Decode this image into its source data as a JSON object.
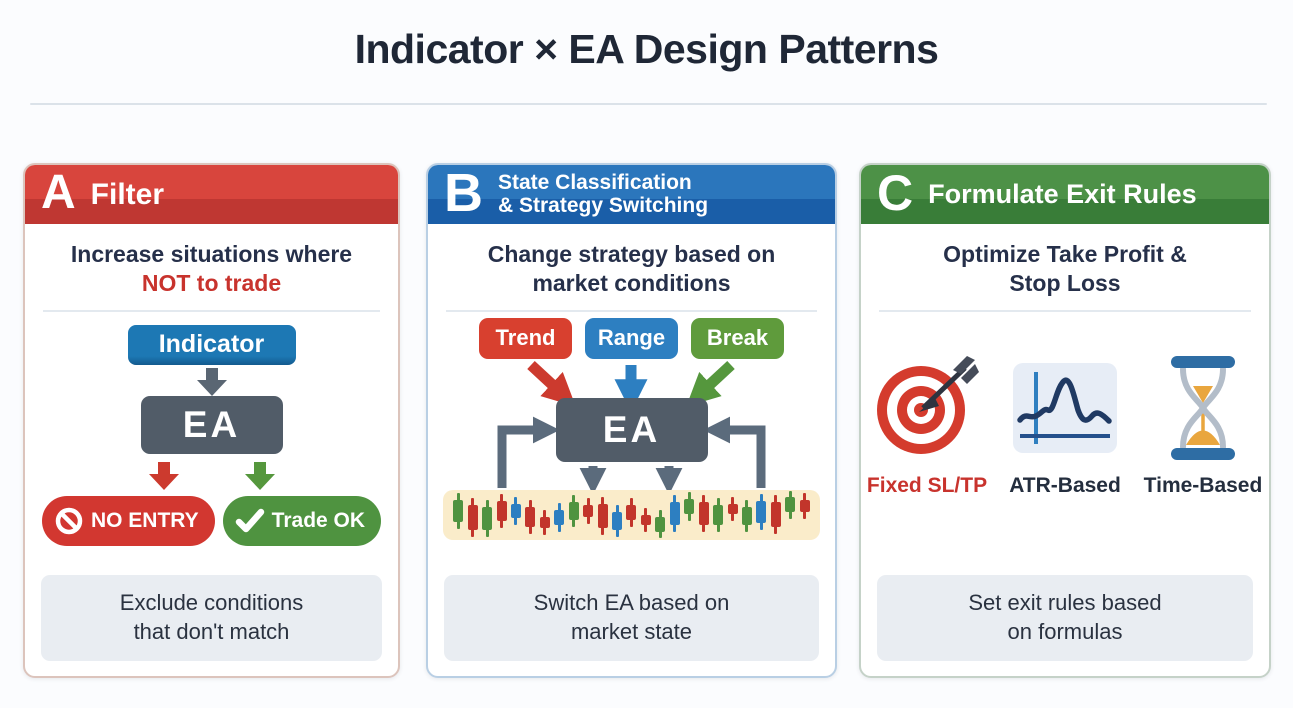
{
  "title": "Indicator × EA Design Patterns",
  "colors": {
    "background": "#fbfcfe",
    "title_text": "#1f2736",
    "header_red": "#d8453d",
    "header_blue": "#2b76bc",
    "header_green": "#4d9147",
    "accent_red": "#cc3a2e",
    "accent_green": "#55973d",
    "accent_blue": "#2d7fc1",
    "ea_gray": "#515c68",
    "strip_bg": "#faecca",
    "candle": {
      "r": "#c2352b",
      "g": "#4f9340",
      "b": "#2d7fc1"
    }
  },
  "cards": {
    "a": {
      "letter": "A",
      "header_title": "Filter",
      "lead_line1": "Increase situations where",
      "lead_line2": "NOT to trade",
      "diagram": {
        "indicator_label": "Indicator",
        "ea_label": "EA",
        "no_entry_label": "NO ENTRY",
        "trade_ok_label": "Trade OK"
      },
      "footer_line1": "Exclude conditions",
      "footer_line2": "that don't match"
    },
    "b": {
      "letter": "B",
      "header_title_line1": "State Classification",
      "header_title_line2": "& Strategy Switching",
      "lead_line1": "Change strategy based on",
      "lead_line2": "market conditions",
      "diagram": {
        "states": [
          "Trend",
          "Range",
          "Break"
        ],
        "ea_label": "EA",
        "candles": [
          {
            "c": "g",
            "bt": 20,
            "bh": 45
          },
          {
            "c": "r",
            "bt": 30,
            "bh": 50
          },
          {
            "c": "g",
            "bt": 35,
            "bh": 45
          },
          {
            "c": "r",
            "bt": 22,
            "bh": 40
          },
          {
            "c": "b",
            "bt": 28,
            "bh": 28
          },
          {
            "c": "r",
            "bt": 35,
            "bh": 40
          },
          {
            "c": "r",
            "bt": 55,
            "bh": 22
          },
          {
            "c": "b",
            "bt": 40,
            "bh": 30
          },
          {
            "c": "g",
            "bt": 25,
            "bh": 35
          },
          {
            "c": "r",
            "bt": 30,
            "bh": 25
          },
          {
            "c": "r",
            "bt": 28,
            "bh": 48
          },
          {
            "c": "b",
            "bt": 45,
            "bh": 35
          },
          {
            "c": "r",
            "bt": 30,
            "bh": 30
          },
          {
            "c": "r",
            "bt": 50,
            "bh": 20
          },
          {
            "c": "g",
            "bt": 55,
            "bh": 30
          },
          {
            "c": "b",
            "bt": 25,
            "bh": 45
          },
          {
            "c": "g",
            "bt": 18,
            "bh": 30
          },
          {
            "c": "r",
            "bt": 25,
            "bh": 45
          },
          {
            "c": "g",
            "bt": 30,
            "bh": 40
          },
          {
            "c": "r",
            "bt": 28,
            "bh": 20
          },
          {
            "c": "g",
            "bt": 35,
            "bh": 35
          },
          {
            "c": "b",
            "bt": 22,
            "bh": 45
          },
          {
            "c": "r",
            "bt": 25,
            "bh": 50
          },
          {
            "c": "g",
            "bt": 15,
            "bh": 30
          },
          {
            "c": "r",
            "bt": 20,
            "bh": 25
          }
        ]
      },
      "footer_line1": "Switch EA based on",
      "footer_line2": "market state"
    },
    "c": {
      "letter": "C",
      "header_title": "Formulate Exit Rules",
      "lead_line1": "Optimize Take Profit &",
      "lead_line2": "Stop Loss",
      "exit_methods": [
        {
          "icon": "target-icon",
          "label": "Fixed SL/TP"
        },
        {
          "icon": "atr-chart-icon",
          "label": "ATR-Based"
        },
        {
          "icon": "hourglass-icon",
          "label": "Time-Based"
        }
      ],
      "footer_line1": "Set exit rules based",
      "footer_line2": "on formulas"
    }
  }
}
